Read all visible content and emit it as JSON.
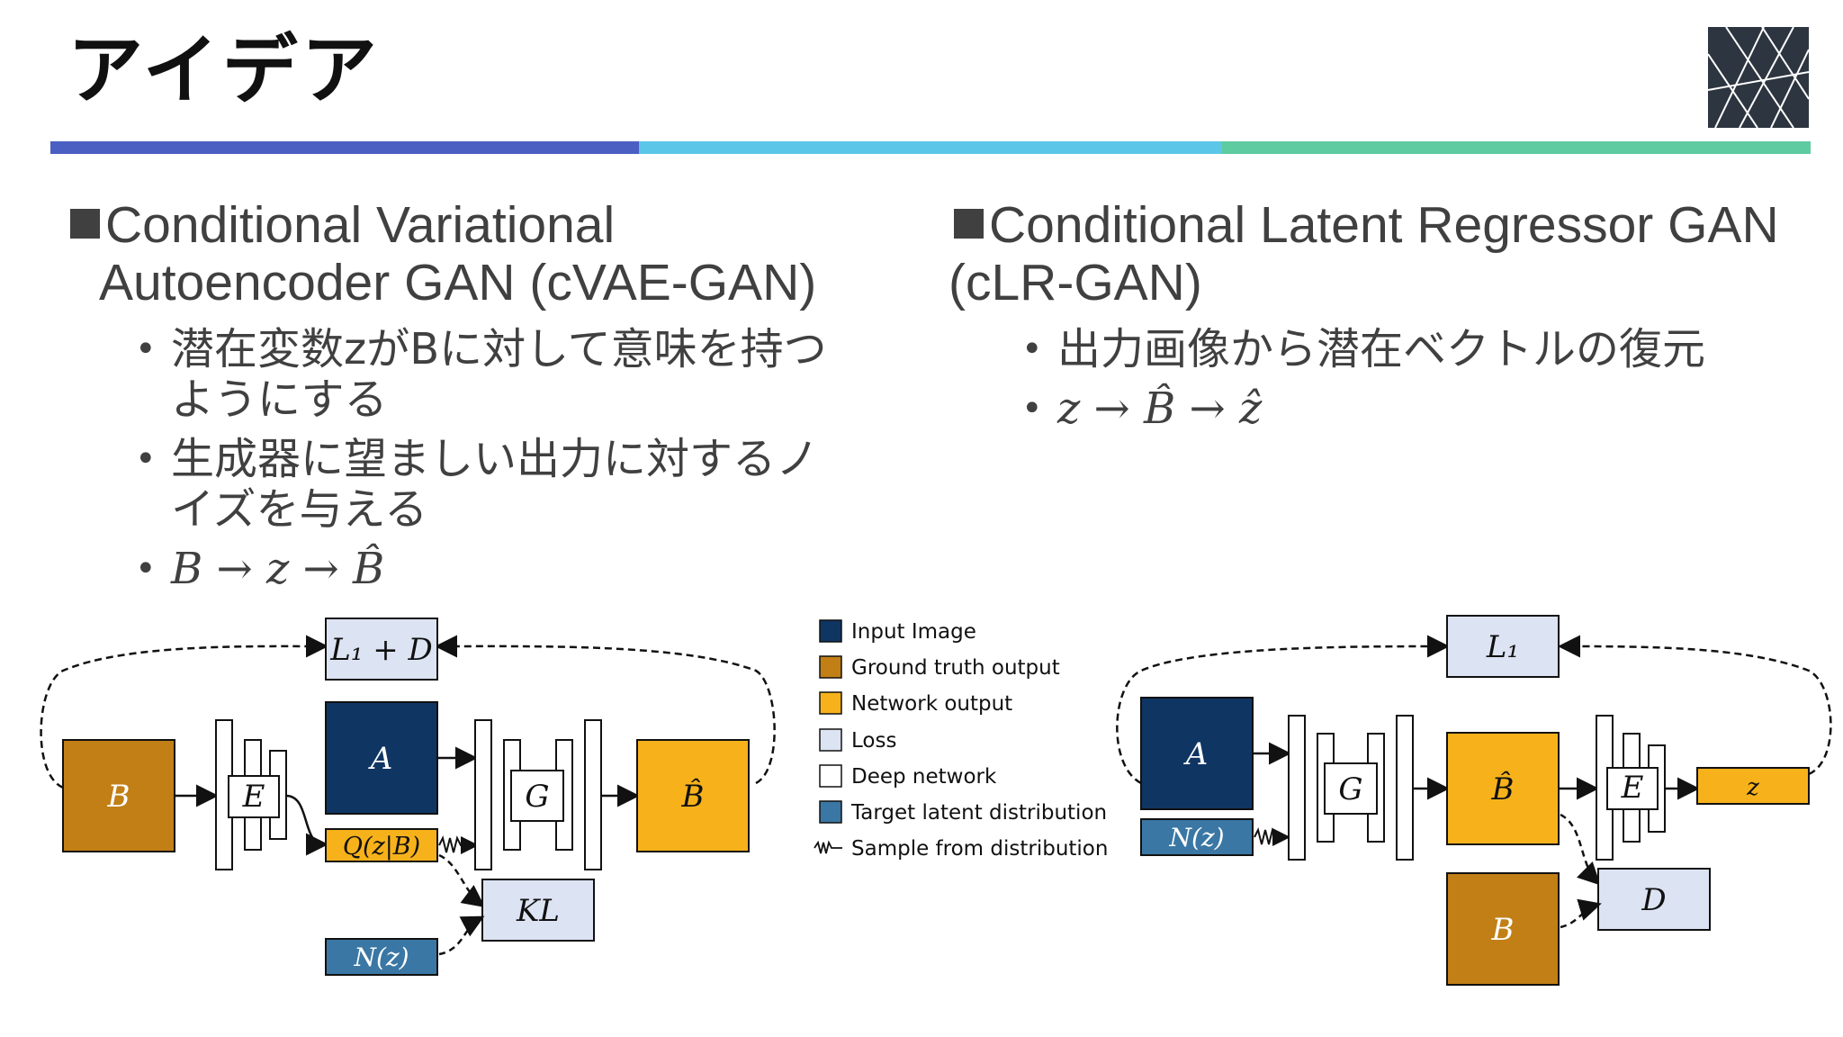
{
  "slide": {
    "title": "アイデア",
    "accent_colors": [
      "#4b5fc2",
      "#5bc6e8",
      "#5ecba1"
    ],
    "logo_icon": "geometric-lattice-logo-icon"
  },
  "left": {
    "heading_line1": "Conditional Variational",
    "heading_line2": "Autoencoder GAN (cVAE-GAN)",
    "bullets": [
      {
        "line1": "潜在変数zがBに対して意味を持つ",
        "line2": "ようにする"
      },
      {
        "line1": "生成器に望ましい出力に対するノ",
        "line2": "イズを与える"
      },
      {
        "math": "B → z → B̂"
      }
    ]
  },
  "right": {
    "heading_line1": "Conditional Latent Regressor GAN",
    "heading_line2": "(cLR-GAN)",
    "bullets": [
      {
        "line1": "出力画像から潜在ベクトルの復元"
      },
      {
        "math": "z → B̂ → ẑ"
      }
    ]
  },
  "legend": {
    "items": [
      {
        "label": "Input Image",
        "color": "#0f3563"
      },
      {
        "label": "Ground truth output",
        "color": "#c17f16"
      },
      {
        "label": "Network output",
        "color": "#f7b21b"
      },
      {
        "label": "Loss",
        "color": "#dce3f3"
      },
      {
        "label": "Deep network",
        "color": "#ffffff"
      },
      {
        "label": "Target latent distribution",
        "color": "#3a77a4"
      },
      {
        "label": "Sample from distribution",
        "color": ""
      }
    ]
  },
  "diagram_left": {
    "loss_top": "L₁ + D",
    "input_b": "B",
    "encoder": "E",
    "input_a": "A",
    "q_dist": "Q(z|B)",
    "generator": "G",
    "output_bhat": "B̂",
    "kl": "KL",
    "n_dist": "N(z)"
  },
  "diagram_right": {
    "loss_top": "L₁",
    "input_a": "A",
    "n_dist": "N(z)",
    "generator": "G",
    "output_bhat": "B̂",
    "encoder": "E",
    "latent_z": "z",
    "discriminator": "D",
    "input_b": "B"
  }
}
